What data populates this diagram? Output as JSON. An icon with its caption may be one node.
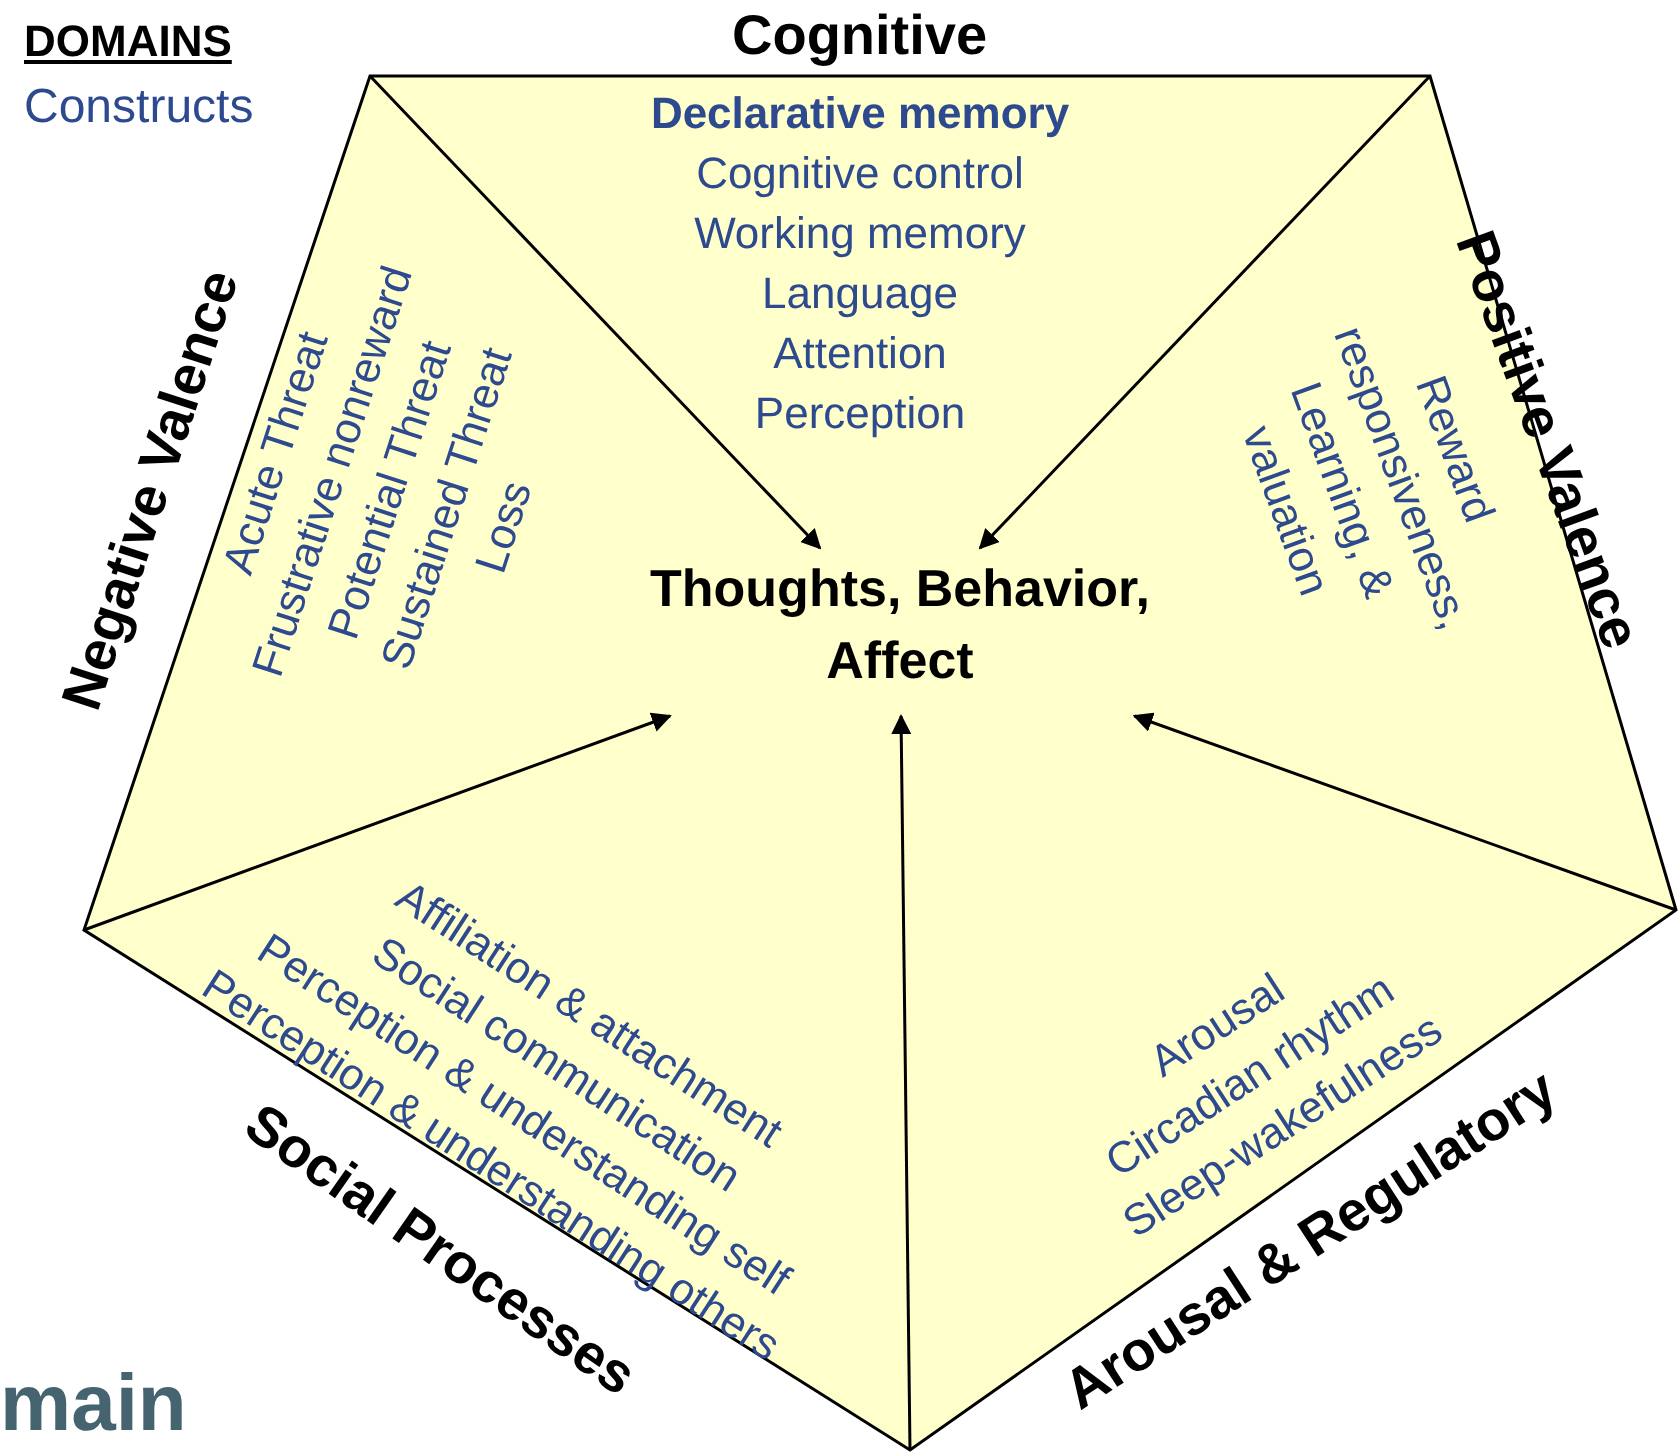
{
  "diagram": {
    "nodes": [
      {
        "text": [
          "Cognitive",
          "Declarative memory",
          "Cognitive control",
          "Working memory",
          "Language",
          "Attention",
          "Perception"
        ]
      },
      {
        "text": [
          "Positive Valence",
          "Reward responsiveness, Learning, & valuation"
        ]
      },
      {
        "text": [
          "Negative Valence",
          "Acute Threat",
          "Frustrative nonreward",
          "Potential Threat",
          "Sustained Threat",
          "Loss"
        ]
      },
      {
        "text": [
          "Social Processes",
          "Affiliation & attachment",
          "Social communication",
          "Perception & understanding self",
          "Perception & understanding others"
        ]
      },
      {
        "text": [
          "Arousal & Regulatory",
          "Arousal",
          "Circadian rhythm",
          "Sleep-wakefulness"
        ]
      },
      {
        "text": [
          "Thoughts, Behavior, Affect"
        ]
      }
    ],
    "edges": [
      {
        "from": null,
        "to": 5,
        "arrow": "to"
      },
      {
        "from": null,
        "to": 5,
        "arrow": "to"
      },
      {
        "from": null,
        "to": 5,
        "arrow": "to"
      },
      {
        "from": null,
        "to": 5,
        "arrow": "to"
      },
      {
        "from": null,
        "to": 5,
        "arrow": "to"
      }
    ],
    "labels": [
      "DOMAINS",
      "Constructs",
      "main"
    ]
  }
}
